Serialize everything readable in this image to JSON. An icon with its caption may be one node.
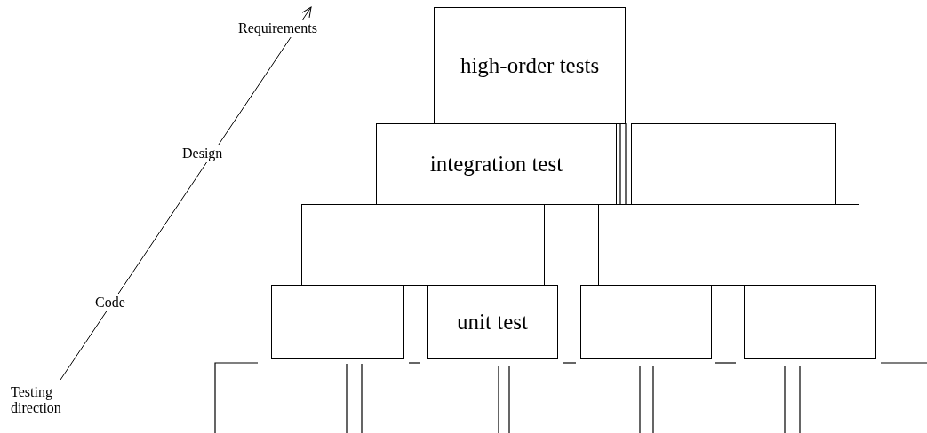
{
  "diagram": {
    "nodes": [
      {
        "text": [
          "high-order tests"
        ]
      },
      {
        "text": [
          "integration test"
        ]
      },
      {
        "text": [],
        "shape": "box"
      },
      {
        "text": [],
        "shape": "box"
      },
      {
        "text": [],
        "shape": "box"
      },
      {
        "text": [],
        "shape": "box"
      },
      {
        "text": [
          "unit test"
        ]
      },
      {
        "text": [],
        "shape": "box"
      },
      {
        "text": [],
        "shape": "box"
      }
    ],
    "edges": [],
    "labels": [
      "Requirements",
      "Design",
      "Code",
      "Testing direction"
    ]
  }
}
